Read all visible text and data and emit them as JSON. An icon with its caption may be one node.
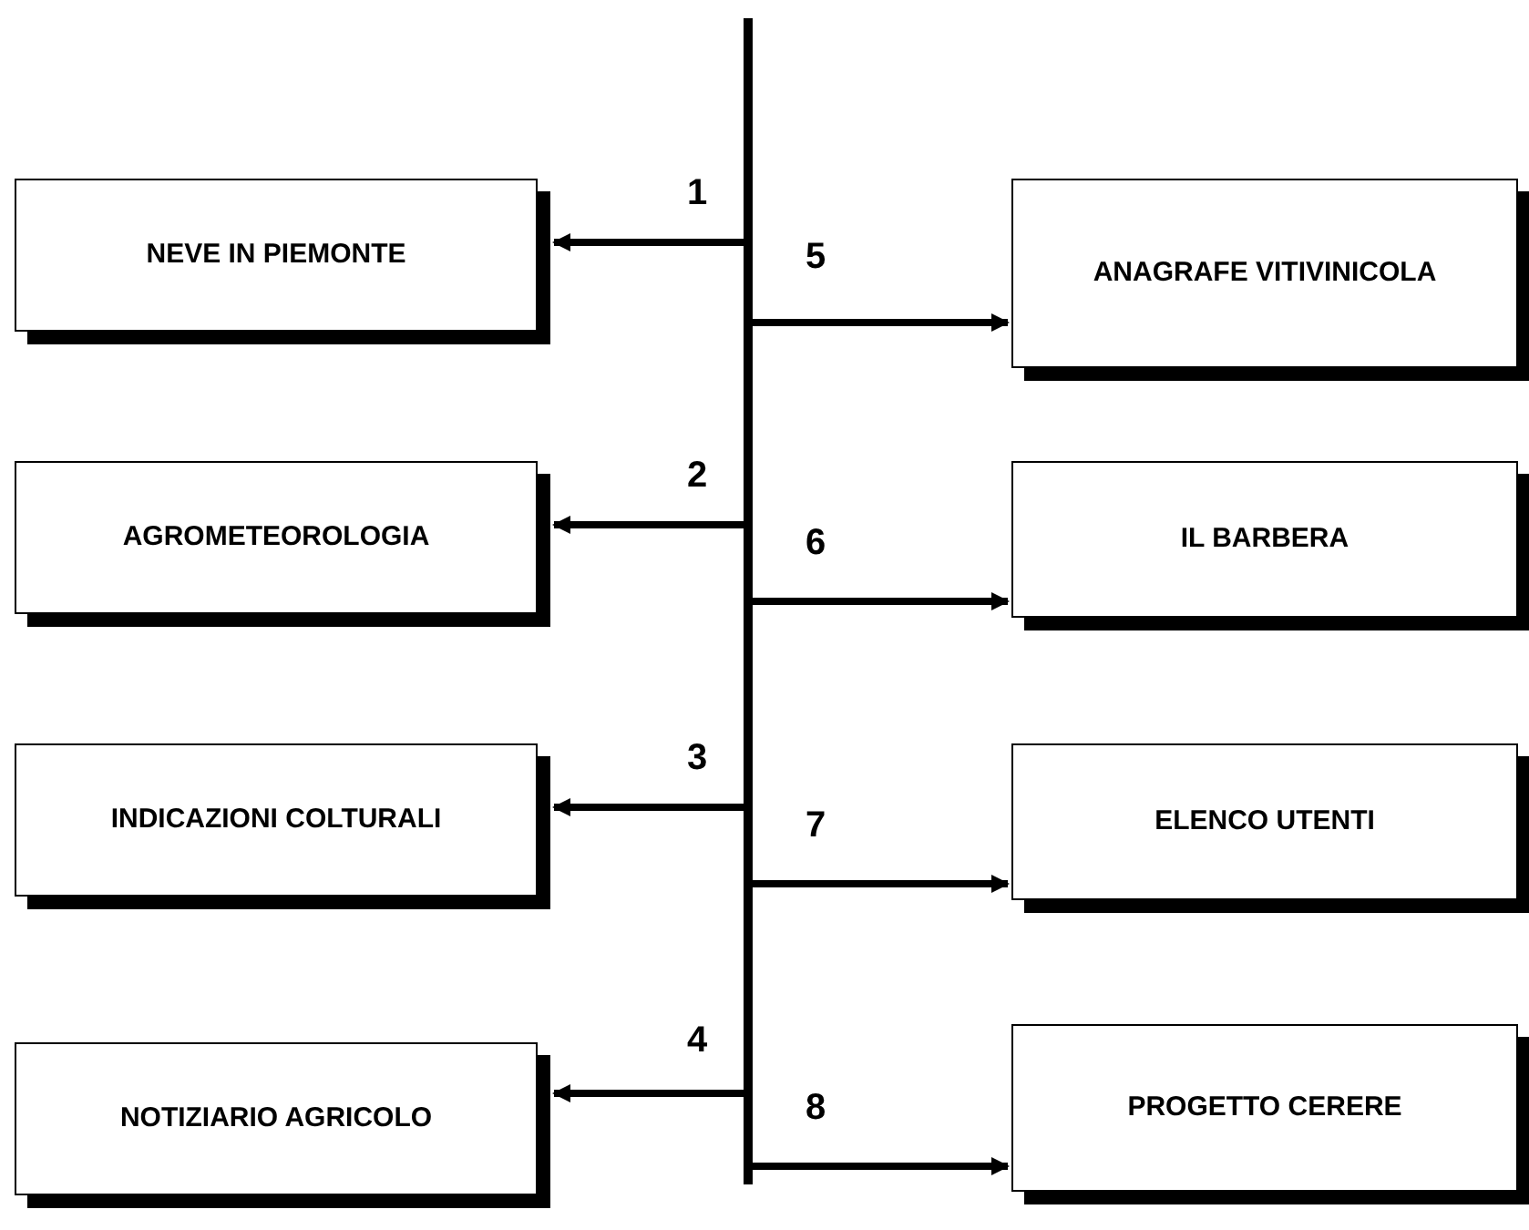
{
  "diagram": {
    "nodes": [
      {
        "text": [
          "NEVE IN PIEMONTE"
        ]
      },
      {
        "text": [
          "AGROMETEOROLOGIA"
        ]
      },
      {
        "text": [
          "INDICAZIONI COLTURALI"
        ]
      },
      {
        "text": [
          "NOTIZIARIO AGRICOLO"
        ]
      },
      {
        "text": [
          "ANAGRAFE VITIVINICOLA"
        ]
      },
      {
        "text": [
          "IL BARBERA"
        ]
      },
      {
        "text": [
          "ELENCO UTENTI"
        ]
      },
      {
        "text": [
          "PROGETTO CERERE"
        ]
      },
      {
        "text": [],
        "shape": "bar"
      }
    ],
    "edges": [
      {
        "from": 8,
        "to": 0,
        "arrow": "to",
        "label": "1"
      },
      {
        "from": 8,
        "to": 1,
        "arrow": "to",
        "label": "2"
      },
      {
        "from": 8,
        "to": 2,
        "arrow": "to",
        "label": "3"
      },
      {
        "from": 8,
        "to": 3,
        "arrow": "to",
        "label": "4"
      },
      {
        "from": 8,
        "to": 4,
        "arrow": "to",
        "label": "5"
      },
      {
        "from": 8,
        "to": 5,
        "arrow": "to",
        "label": "6"
      },
      {
        "from": 8,
        "to": 6,
        "arrow": "to",
        "label": "7"
      },
      {
        "from": 8,
        "to": 7,
        "arrow": "to",
        "label": "8"
      }
    ]
  }
}
